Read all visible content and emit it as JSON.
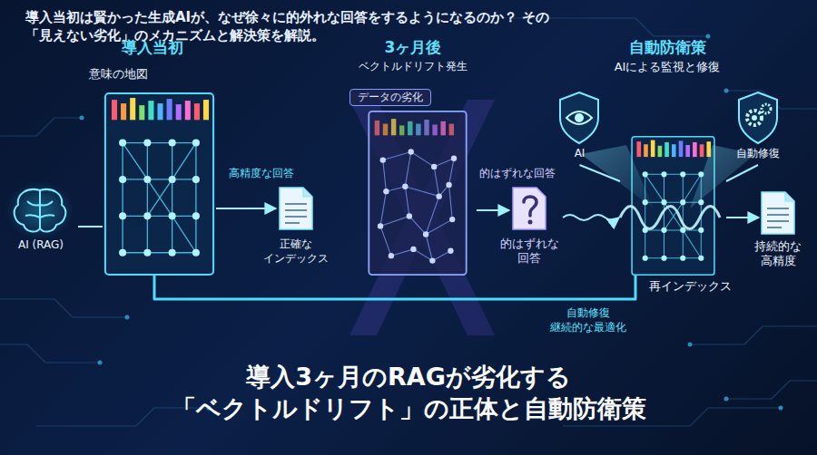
{
  "diagram": {
    "title": "導入3ヶ月のRAGが劣化する 「ベクトルドリフト」の正体と自動防衛策",
    "caption": "導入当初は賢かった生成AIが、なぜ徐々に的外れな回答をするようになるのか？ その「見えない劣化」のメカニズムと解決策を解説。",
    "nodes": [
      {
        "text": [
          "AI (RAG)"
        ]
      },
      {
        "text": [
          "導入当初",
          "意味の地図"
        ]
      },
      {
        "text": [
          "正確な インデックス"
        ]
      },
      {
        "text": [
          "3ヶ月後",
          "ベクトルドリフト発生",
          "データの劣化"
        ]
      },
      {
        "text": [
          "的はずれな 回答"
        ]
      },
      {
        "text": [
          "自動防衛策",
          "AIによる監視と修復"
        ]
      },
      {
        "text": [
          "AI"
        ]
      },
      {
        "text": [
          "自動修復"
        ]
      },
      {
        "text": [
          "持続的な 高精度"
        ]
      }
    ],
    "edges": [
      {
        "from": 0,
        "to": 1,
        "arrow": "none"
      },
      {
        "from": 1,
        "to": 2,
        "label": "高精度な回答",
        "arrow": "to"
      },
      {
        "from": 3,
        "to": 4,
        "label": "的はずれな回答",
        "arrow": "to"
      },
      {
        "from": 4,
        "to": 5,
        "arrow": "to"
      },
      {
        "from": 6,
        "to": 5,
        "arrow": "none"
      },
      {
        "from": 7,
        "to": 5,
        "arrow": "none"
      },
      {
        "from": 5,
        "to": 8,
        "arrow": "to"
      },
      {
        "from": 1,
        "to": 5,
        "label": "自動修復 継続的な最適化",
        "arrow": "none"
      }
    ],
    "labels": [
      "再インデックス"
    ]
  }
}
